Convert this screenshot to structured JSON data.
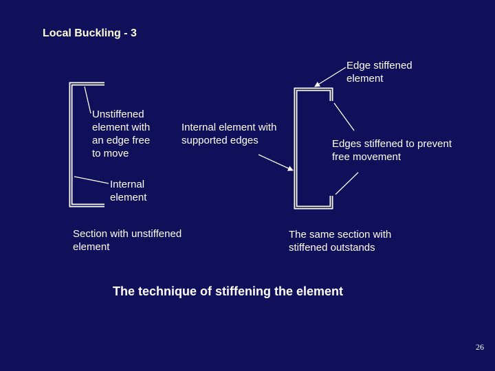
{
  "title": "Local Buckling - 3",
  "labels": {
    "edge_stiffened": "Edge stiffened\nelement",
    "unstiffened": "Unstiffened\nelement with\nan edge free\nto move",
    "internal_supported": "Internal element with\nsupported edges",
    "edges_stiffened": "Edges stiffened to prevent\nfree movement",
    "internal_element": "Internal\nelement",
    "section_unstiffened": "Section with unstiffened\nelement",
    "same_section": "The same section with\nstiffened outstands"
  },
  "caption": "The technique of stiffening the element",
  "page_number": "26",
  "colors": {
    "background": "#0f0f5a",
    "title": "#ffffe0",
    "lines": "#ffffff",
    "section_fill": "#0f0f5a"
  }
}
